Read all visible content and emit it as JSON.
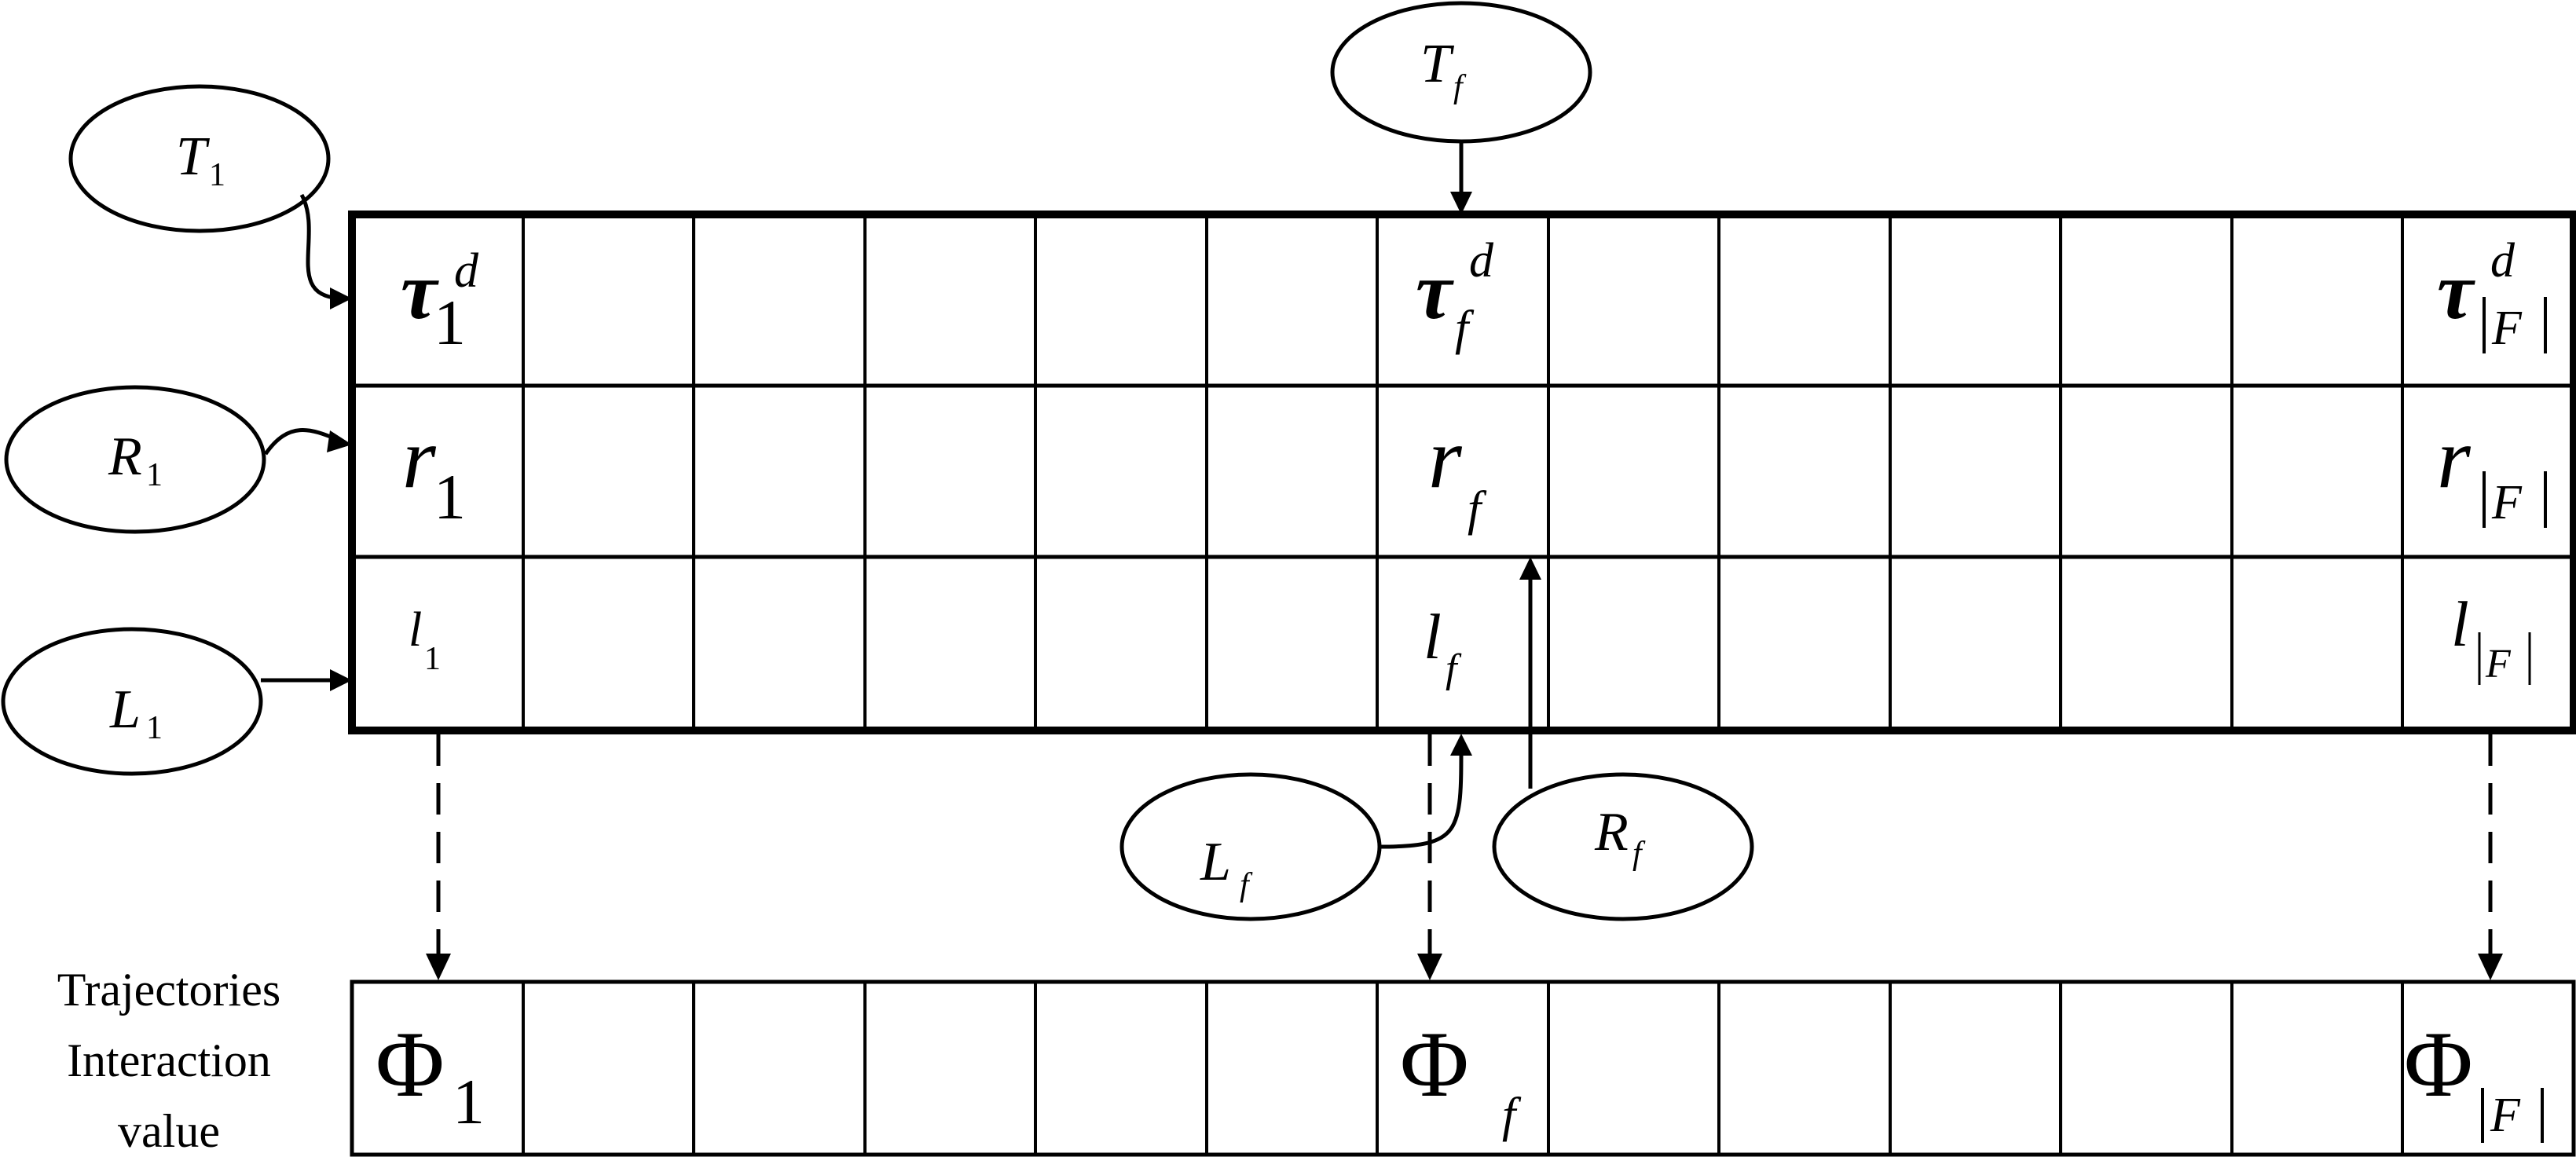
{
  "matrix": {
    "row_symbols": [
      "τ",
      "r",
      "l"
    ],
    "tau_sup": "d",
    "first": {
      "tau_sub": "1",
      "r_sub": "1",
      "l_sub": "1"
    },
    "mid": {
      "tau_sub": "f",
      "r_sub": "f",
      "l_sub": "f"
    },
    "last": {
      "sub": "F"
    }
  },
  "ovals": {
    "T1": {
      "main": "T",
      "sub": "1"
    },
    "R1": {
      "main": "R",
      "sub": "1"
    },
    "L1": {
      "main": "L",
      "sub": "1"
    },
    "Tf": {
      "main": "T",
      "sub": "f"
    },
    "Lf": {
      "main": "L",
      "sub": "f"
    },
    "Rf": {
      "main": "R",
      "sub": "f"
    }
  },
  "trajectories": {
    "label_lines": [
      "Trajectories",
      "Interaction",
      "value"
    ],
    "symbol": "Φ",
    "first_sub": "1",
    "mid_sub": "f",
    "last_sub": "F"
  }
}
